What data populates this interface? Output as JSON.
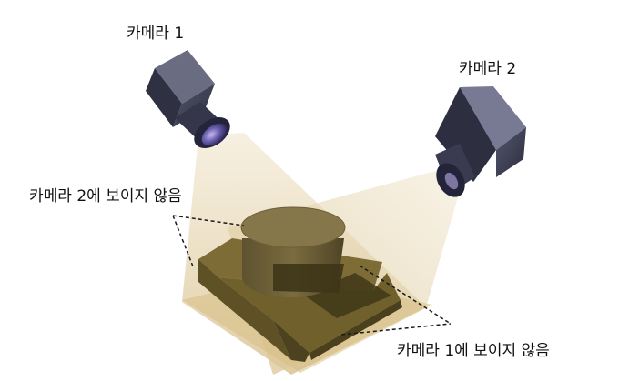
{
  "labels": {
    "camera1": "카메라 1",
    "camera2": "카메라 2",
    "hidden_from_camera2": "카메라 2에 보이지 않음",
    "hidden_from_camera1": "카메라 1에 보이지 않음"
  },
  "colors": {
    "light_beam": "#e8d8b4",
    "camera_body": "#3c3d52",
    "object_base": "#6e5e2a",
    "object_top": "#7a6b3c",
    "leader_line": "#1a1a1a"
  },
  "icons": {
    "camera1": "camera-icon",
    "camera2": "camera-icon"
  }
}
